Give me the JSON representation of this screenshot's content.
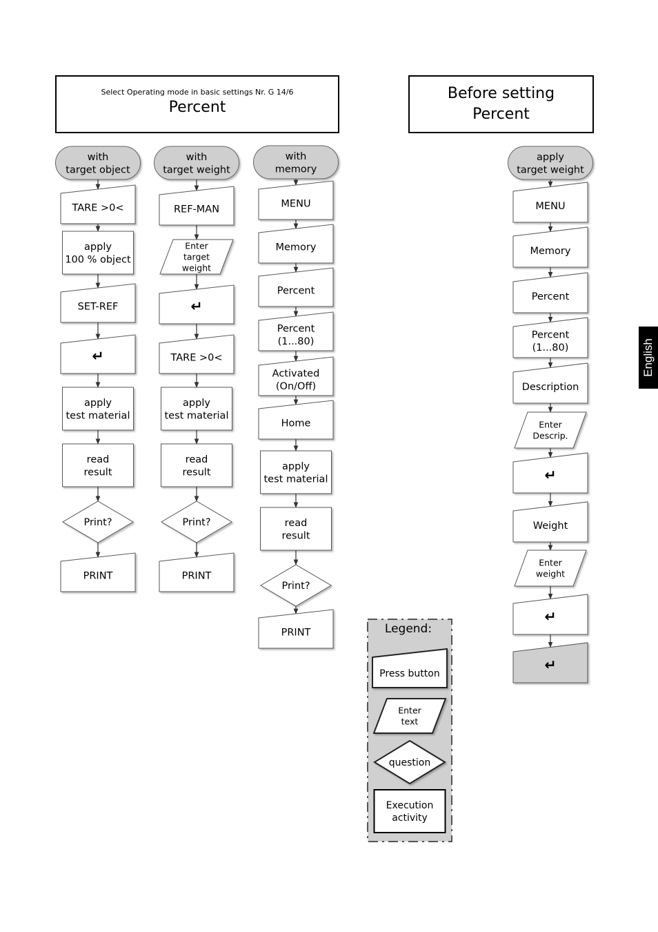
{
  "header_left": {
    "subtitle": "Select Operating mode in basic settings Nr. G 14/6",
    "title": "Percent"
  },
  "header_right": {
    "line1": "Before setting",
    "line2": "Percent"
  },
  "side_tab": "English",
  "enter_symbol": "↵",
  "columns": [
    {
      "id": "col-target-object",
      "steps": [
        {
          "type": "start",
          "lines": [
            "with",
            "target object"
          ]
        },
        {
          "type": "button",
          "lines": [
            "TARE >0<"
          ]
        },
        {
          "type": "process",
          "lines": [
            "apply",
            "100 % object"
          ]
        },
        {
          "type": "button",
          "lines": [
            "SET-REF"
          ]
        },
        {
          "type": "button",
          "lines": [
            "↵"
          ]
        },
        {
          "type": "process",
          "lines": [
            "apply",
            "test material"
          ]
        },
        {
          "type": "process",
          "lines": [
            "read",
            "result"
          ]
        },
        {
          "type": "decision",
          "lines": [
            "Print?"
          ]
        },
        {
          "type": "button",
          "lines": [
            "PRINT"
          ]
        }
      ]
    },
    {
      "id": "col-target-weight",
      "steps": [
        {
          "type": "start",
          "lines": [
            "with",
            "target weight"
          ]
        },
        {
          "type": "button",
          "lines": [
            "REF-MAN"
          ]
        },
        {
          "type": "input",
          "lines": [
            "Enter",
            "target",
            "weight"
          ]
        },
        {
          "type": "button",
          "lines": [
            "↵"
          ]
        },
        {
          "type": "button",
          "lines": [
            "TARE >0<"
          ]
        },
        {
          "type": "process",
          "lines": [
            "apply",
            "test material"
          ]
        },
        {
          "type": "process",
          "lines": [
            "read",
            "result"
          ]
        },
        {
          "type": "decision",
          "lines": [
            "Print?"
          ]
        },
        {
          "type": "button",
          "lines": [
            "PRINT"
          ]
        }
      ]
    },
    {
      "id": "col-memory",
      "steps": [
        {
          "type": "start",
          "lines": [
            "with",
            "memory"
          ]
        },
        {
          "type": "button",
          "lines": [
            "MENU"
          ]
        },
        {
          "type": "button",
          "lines": [
            "Memory"
          ]
        },
        {
          "type": "button",
          "lines": [
            "Percent"
          ]
        },
        {
          "type": "button",
          "lines": [
            "Percent",
            "(1...80)"
          ]
        },
        {
          "type": "button",
          "lines": [
            "Activated",
            "(On/Off)"
          ]
        },
        {
          "type": "button",
          "lines": [
            "Home"
          ]
        },
        {
          "type": "process",
          "lines": [
            "apply",
            "test material"
          ]
        },
        {
          "type": "process",
          "lines": [
            "read",
            "result"
          ]
        },
        {
          "type": "decision",
          "lines": [
            "Print?"
          ]
        },
        {
          "type": "button",
          "lines": [
            "PRINT"
          ]
        }
      ]
    },
    {
      "id": "col-before-setting",
      "steps": [
        {
          "type": "start",
          "lines": [
            "apply",
            "target weight"
          ]
        },
        {
          "type": "button",
          "lines": [
            "MENU"
          ]
        },
        {
          "type": "button",
          "lines": [
            "Memory"
          ]
        },
        {
          "type": "button",
          "lines": [
            "Percent"
          ]
        },
        {
          "type": "button",
          "lines": [
            "Percent",
            "(1...80)"
          ]
        },
        {
          "type": "button",
          "lines": [
            "Description"
          ]
        },
        {
          "type": "input",
          "lines": [
            "Enter",
            "Descrip."
          ]
        },
        {
          "type": "button",
          "lines": [
            "↵"
          ]
        },
        {
          "type": "button",
          "lines": [
            "Weight"
          ]
        },
        {
          "type": "input",
          "lines": [
            "Enter",
            "weight"
          ]
        },
        {
          "type": "button",
          "lines": [
            "↵"
          ]
        },
        {
          "type": "button-gray",
          "lines": [
            "↵"
          ]
        }
      ]
    }
  ],
  "legend": {
    "title": "Legend:",
    "items": [
      {
        "type": "button",
        "lines": [
          "Press button"
        ]
      },
      {
        "type": "input",
        "lines": [
          "Enter",
          "text"
        ]
      },
      {
        "type": "decision",
        "lines": [
          "question"
        ]
      },
      {
        "type": "process-bold",
        "lines": [
          "Execution",
          "activity"
        ]
      }
    ]
  }
}
